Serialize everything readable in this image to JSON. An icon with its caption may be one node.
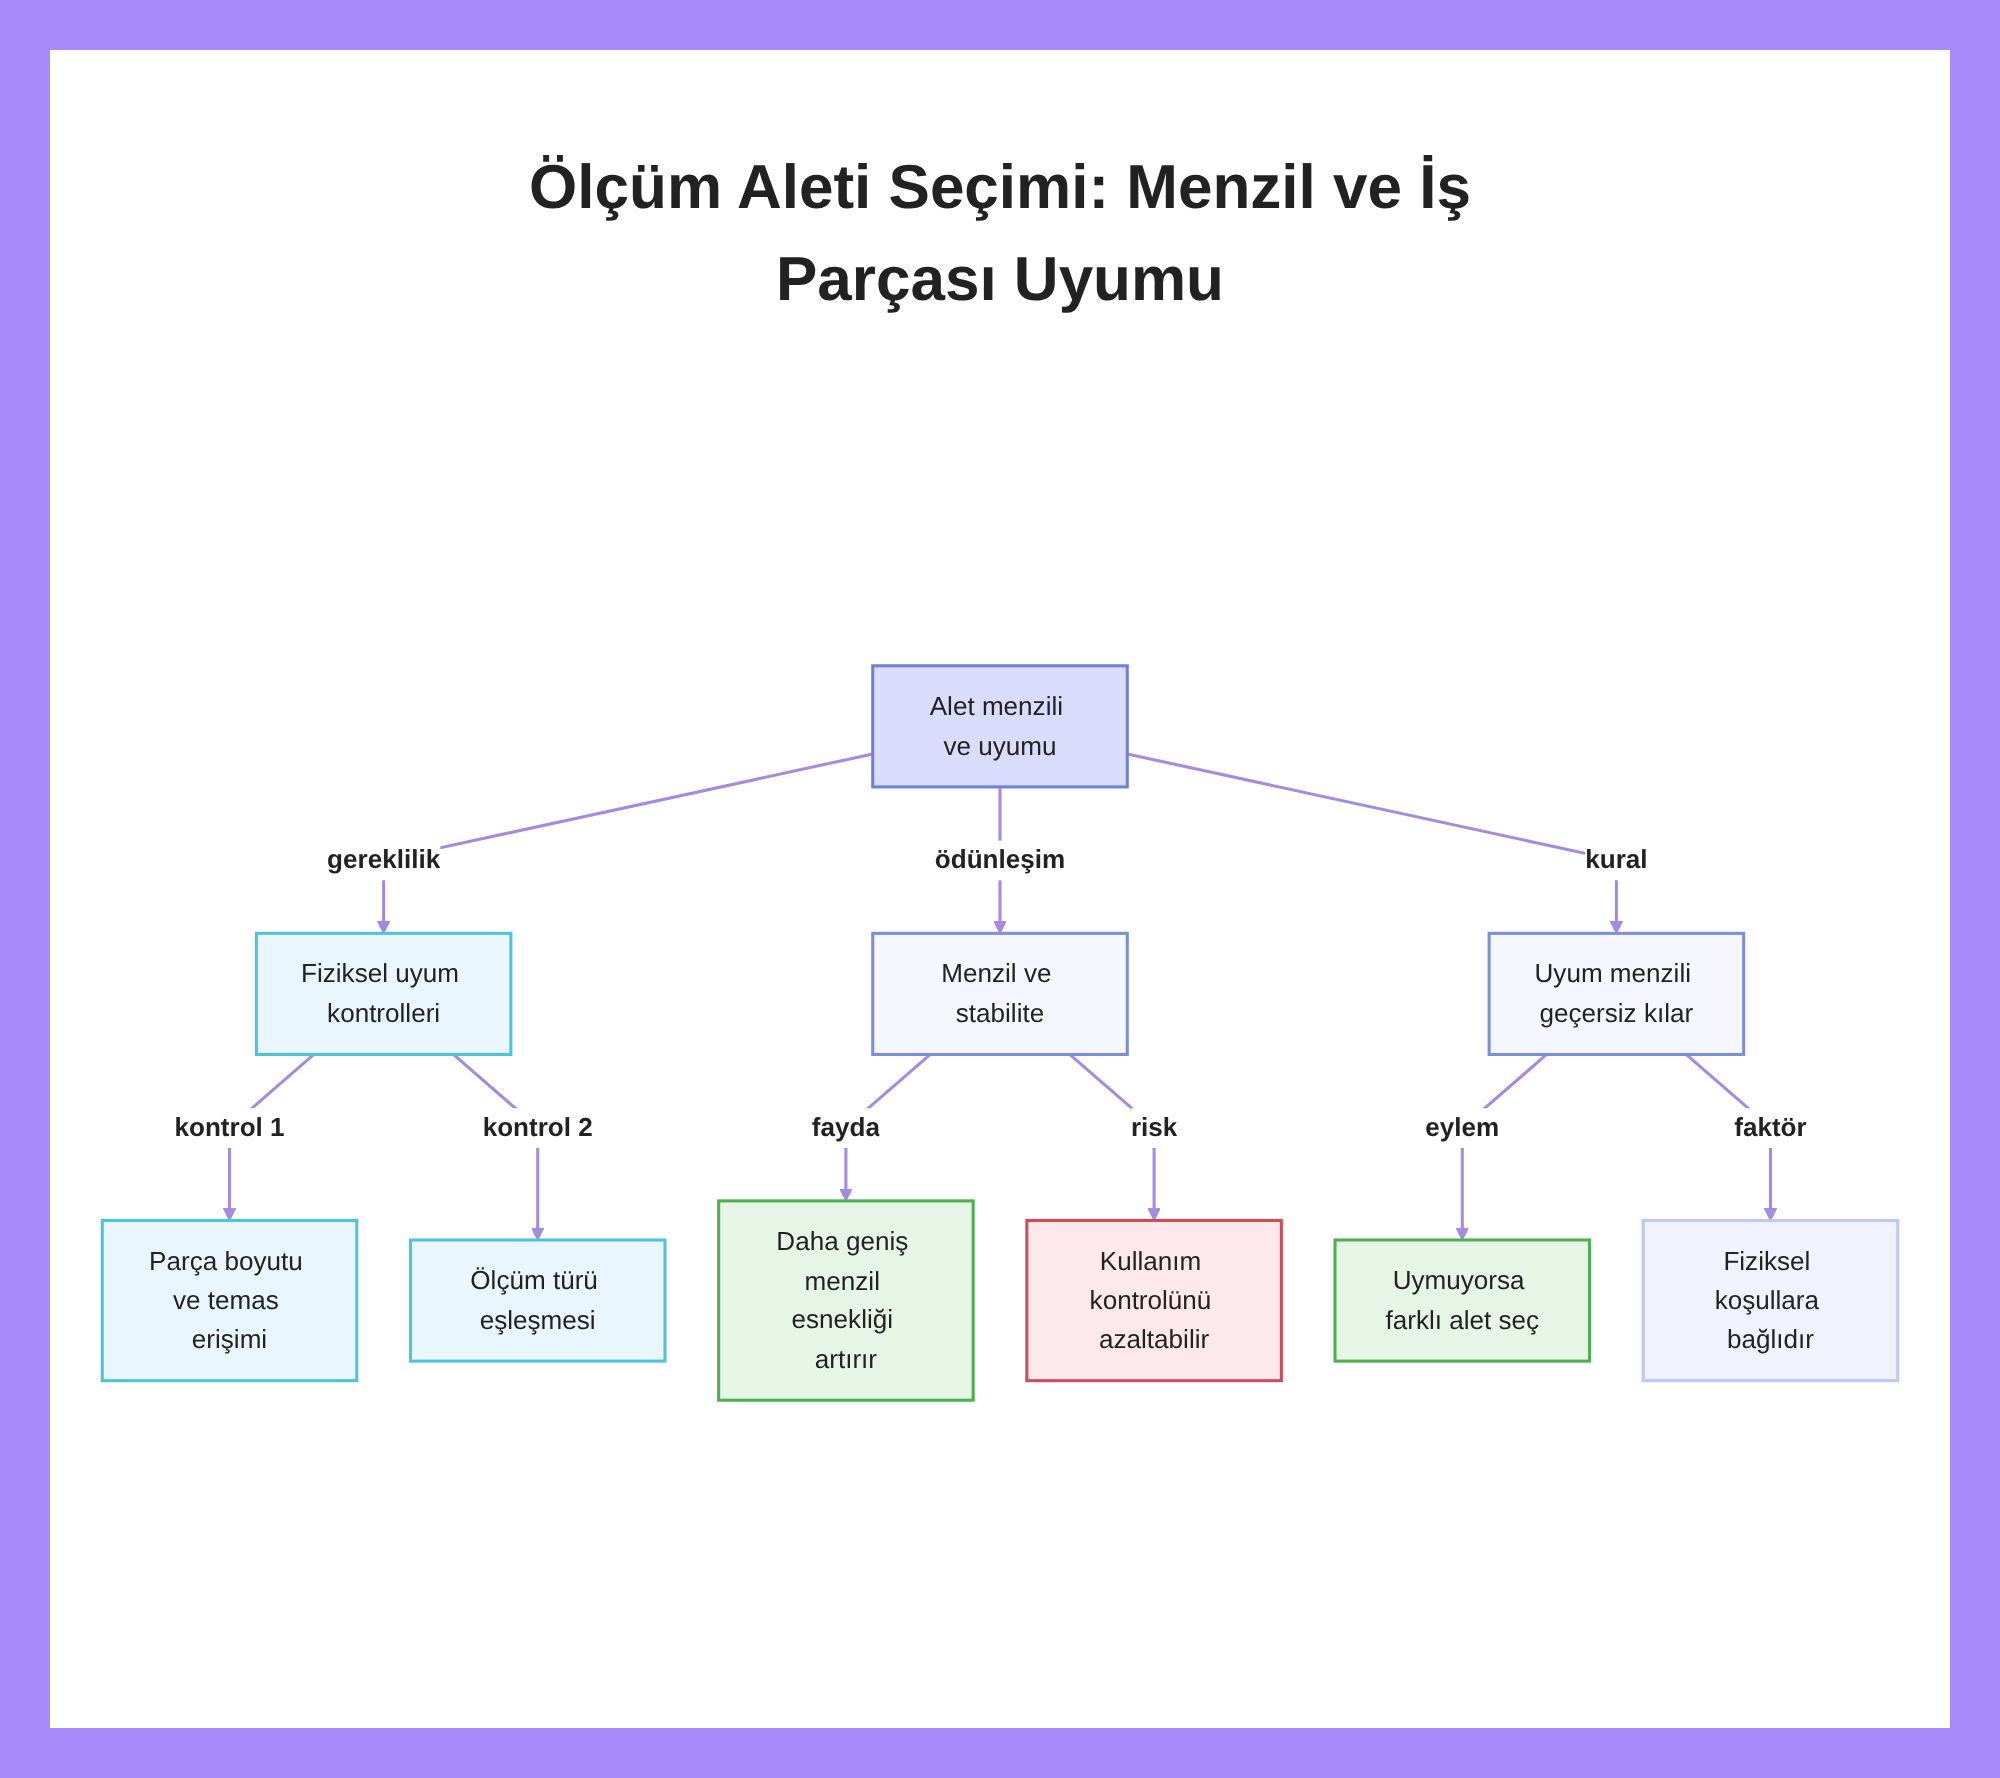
{
  "diagram": {
    "title": "Ölçüm Aleti Seçimi: Menzil ve İş Parçası Uyumu",
    "nodes": [
      {
        "text": [
          "Alet menzili ve uyumu"
        ]
      },
      {
        "text": [
          "Fiziksel uyum kontrolleri"
        ]
      },
      {
        "text": [
          "Menzil ve stabilite"
        ]
      },
      {
        "text": [
          "Uyum menzili geçersiz kılar"
        ]
      },
      {
        "text": [
          "Parça boyutu ve temas erişimi"
        ]
      },
      {
        "text": [
          "Ölçüm türü eşleşmesi"
        ]
      },
      {
        "text": [
          "Daha geniş menzil esnekliği artırır"
        ]
      },
      {
        "text": [
          "Kullanım kontrolünü azaltabilir"
        ]
      },
      {
        "text": [
          "Uymuyorsa farklı alet seç"
        ]
      },
      {
        "text": [
          "Fiziksel koşullara bağlıdır"
        ]
      }
    ],
    "edges": [
      {
        "from": 0,
        "to": 1,
        "arrow": "to",
        "label": "gereklilik"
      },
      {
        "from": 0,
        "to": 2,
        "arrow": "to",
        "label": "ödünleşim"
      },
      {
        "from": 0,
        "to": 3,
        "arrow": "to",
        "label": "kural"
      },
      {
        "from": 1,
        "to": 4,
        "arrow": "to",
        "label": "kontrol 1"
      },
      {
        "from": 1,
        "to": 5,
        "arrow": "to",
        "label": "kontrol 2"
      },
      {
        "from": 2,
        "to": 6,
        "arrow": "to",
        "label": "fayda"
      },
      {
        "from": 2,
        "to": 7,
        "arrow": "to",
        "label": "risk"
      },
      {
        "from": 3,
        "to": 8,
        "arrow": "to",
        "label": "eylem"
      },
      {
        "from": 3,
        "to": 9,
        "arrow": "to",
        "label": "faktör"
      }
    ]
  }
}
